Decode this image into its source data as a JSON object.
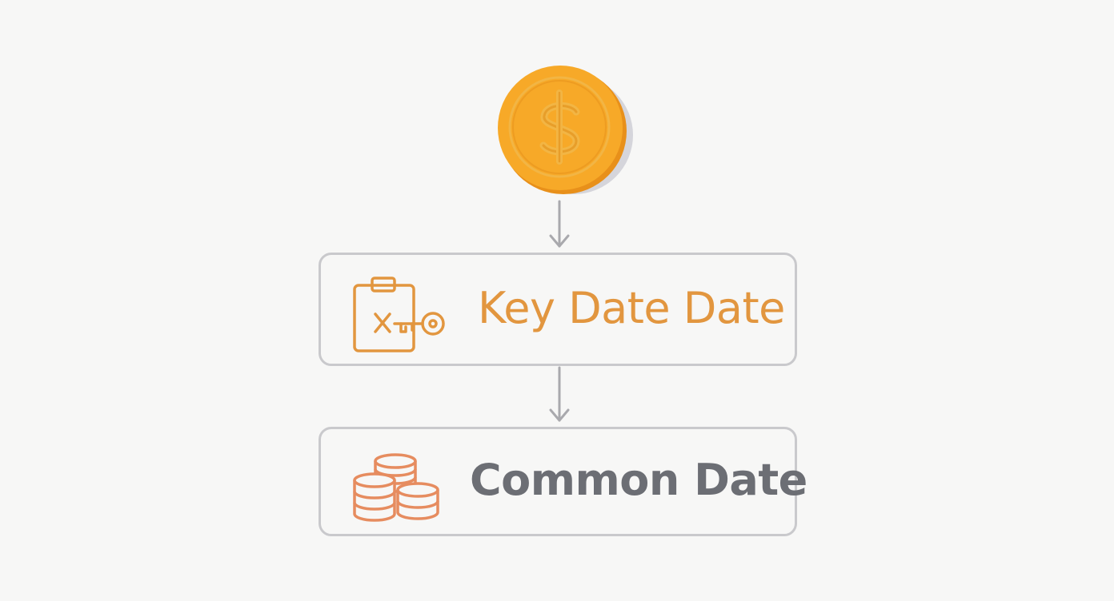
{
  "colors": {
    "background": "#f7f7f6",
    "node_border": "#c9c9cc",
    "connector": "#a9a9ad",
    "coin_face": "#f7a928",
    "coin_rim": "#e8901a",
    "coin_symbol": "#f2b544",
    "key_accent": "#e2963f",
    "coins_stack": "#e68c5f",
    "common_text": "#6c6e74"
  },
  "diagram": {
    "source_icon": "dollar-coin-icon",
    "nodes": [
      {
        "id": "key",
        "icon": "clipboard-key-icon",
        "label": "Key Date Date"
      },
      {
        "id": "common",
        "icon": "coin-stack-icon",
        "label": "Common Date"
      }
    ]
  }
}
